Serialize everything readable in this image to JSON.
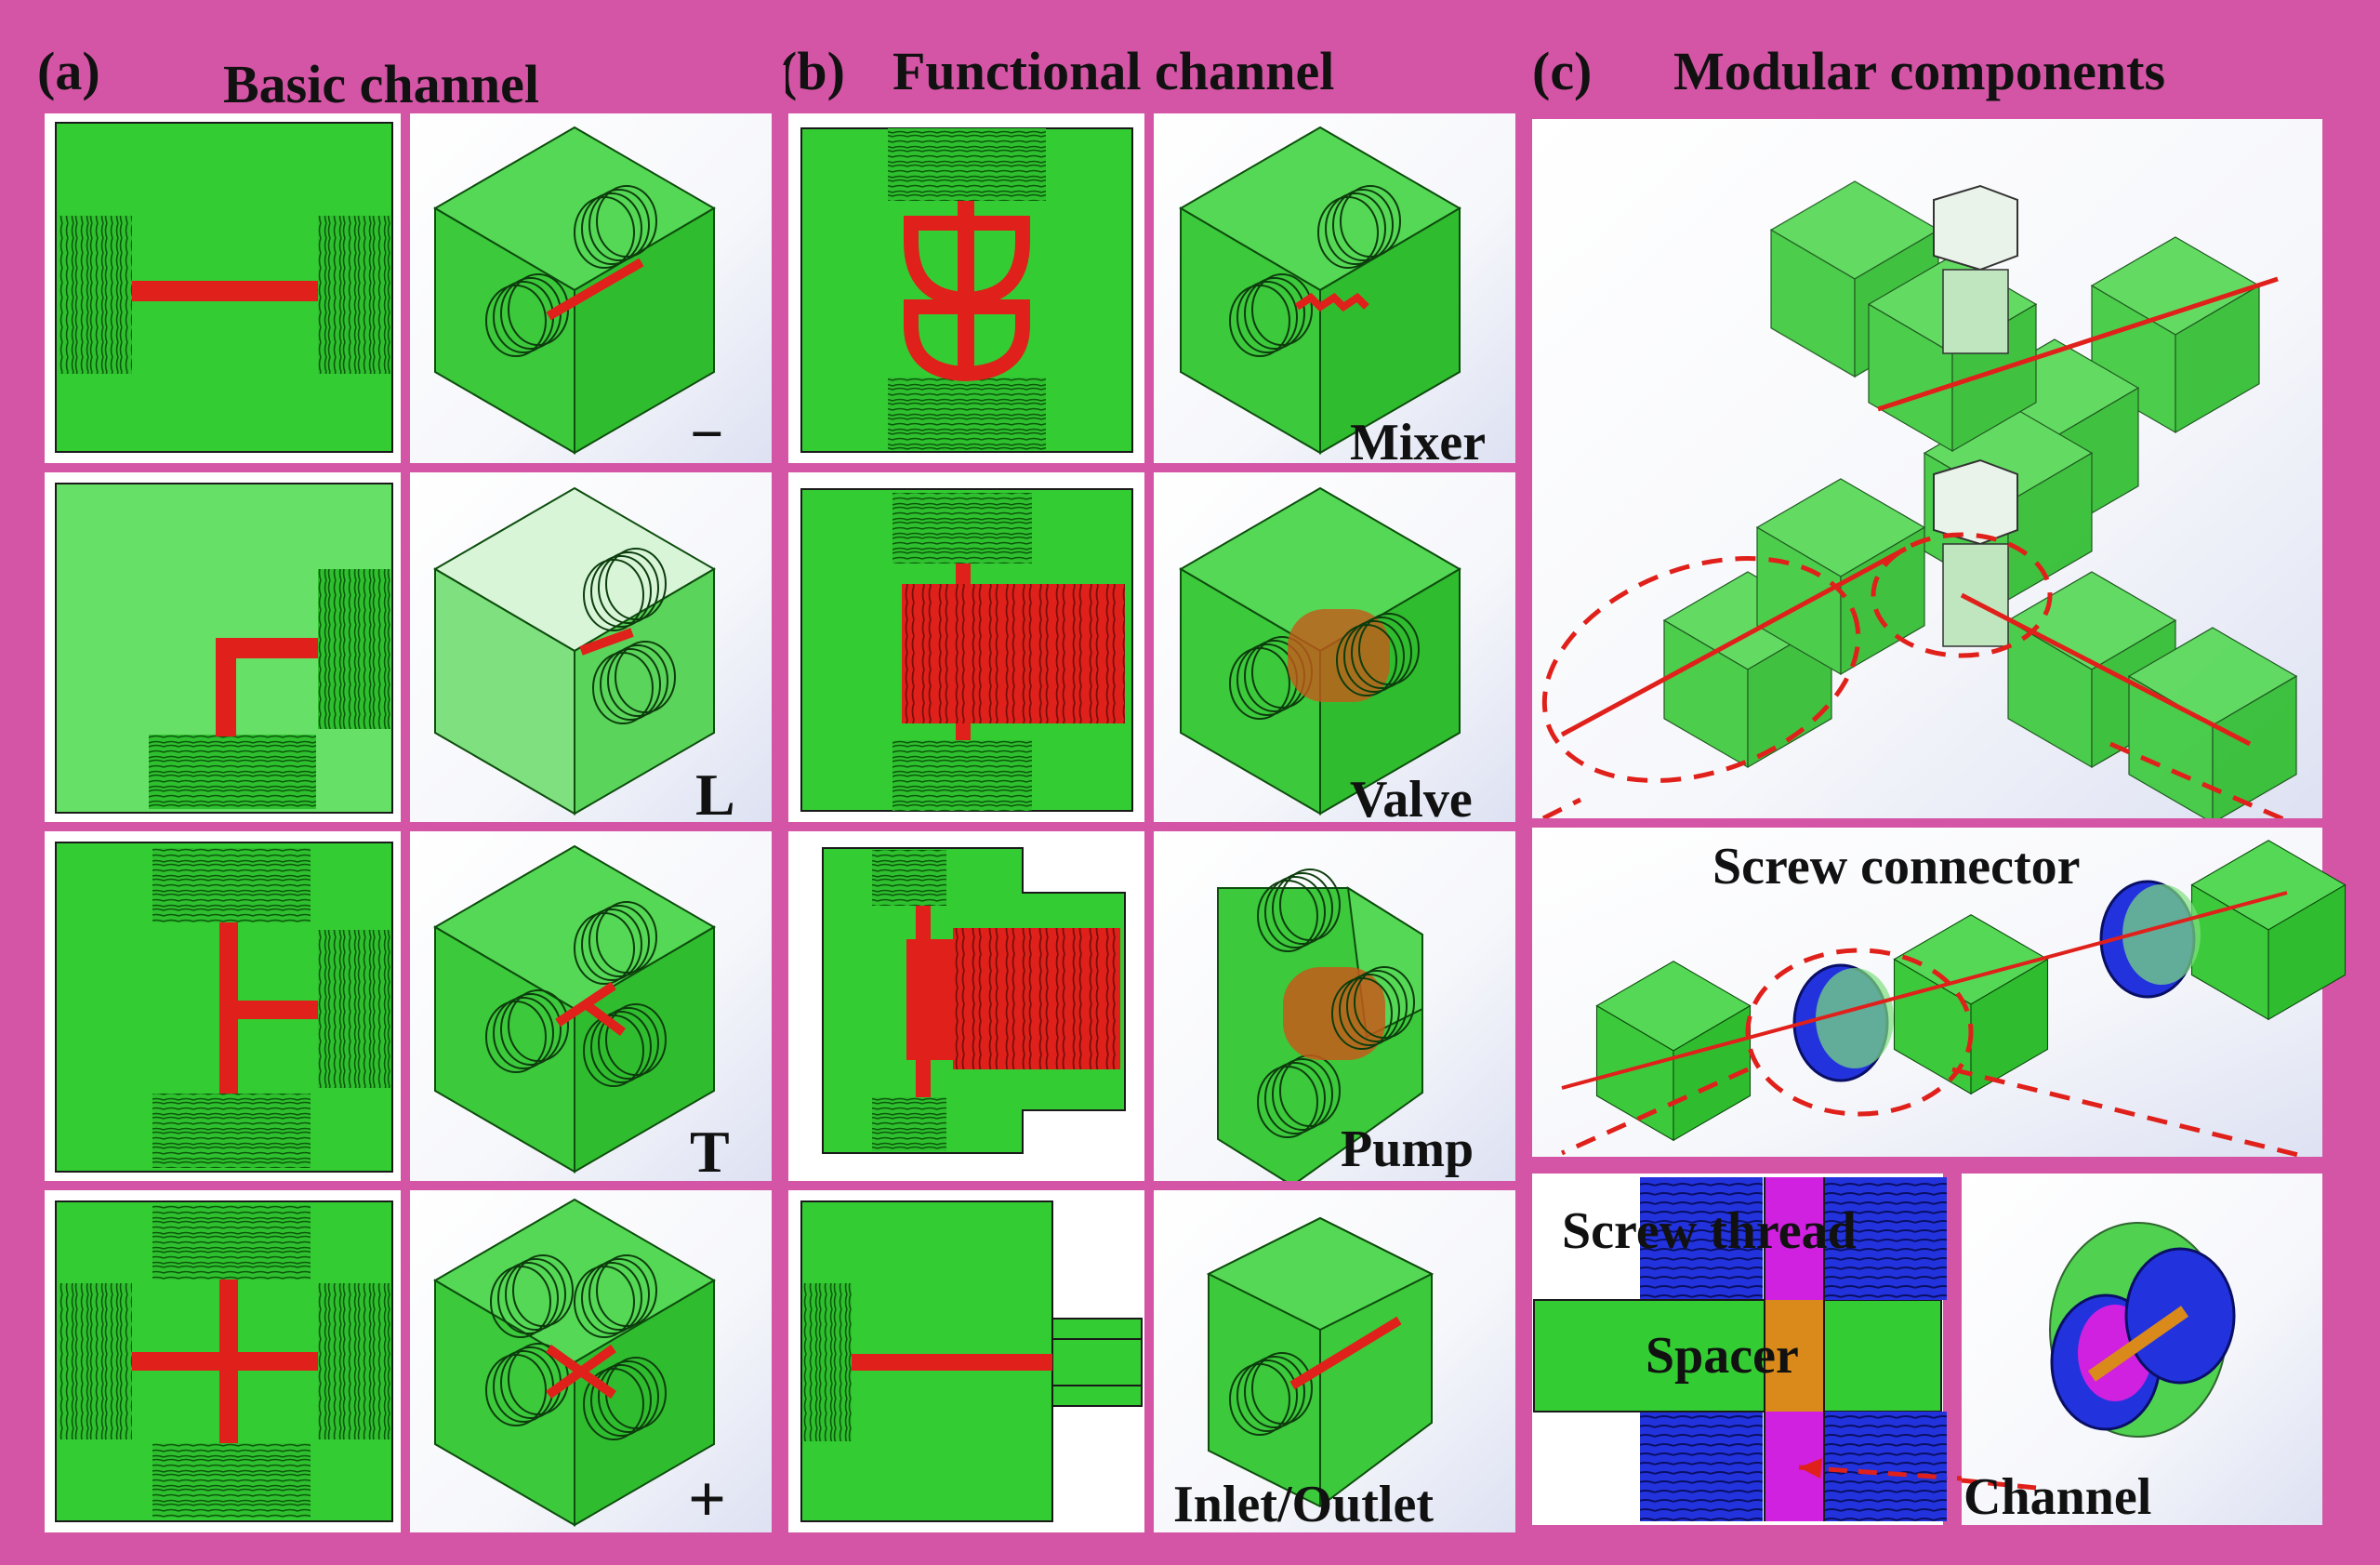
{
  "panels": {
    "a": {
      "tag": "(a)",
      "title": "Basic channel"
    },
    "b": {
      "tag": "(b)",
      "title": "Functional channel"
    },
    "c": {
      "tag": "(c)",
      "title": "Modular components"
    }
  },
  "shapes": {
    "straight": "−",
    "elbow": "L",
    "tee": "T",
    "cross": "+"
  },
  "functions": {
    "mixer": "Mixer",
    "valve": "Valve",
    "pump": "Pump",
    "inlet": "Inlet/Outlet"
  },
  "modular": {
    "screw_connector": "Screw connector",
    "screw_thread": "Screw thread",
    "spacer": "Spacer",
    "channel": "Channel"
  },
  "colors": {
    "frame": "#d455a5",
    "green": "#33cc33",
    "green_light": "#66e066",
    "red": "#e0201a",
    "blue": "#2233dd",
    "magenta": "#d020e0",
    "orange": "#d98a1a"
  }
}
